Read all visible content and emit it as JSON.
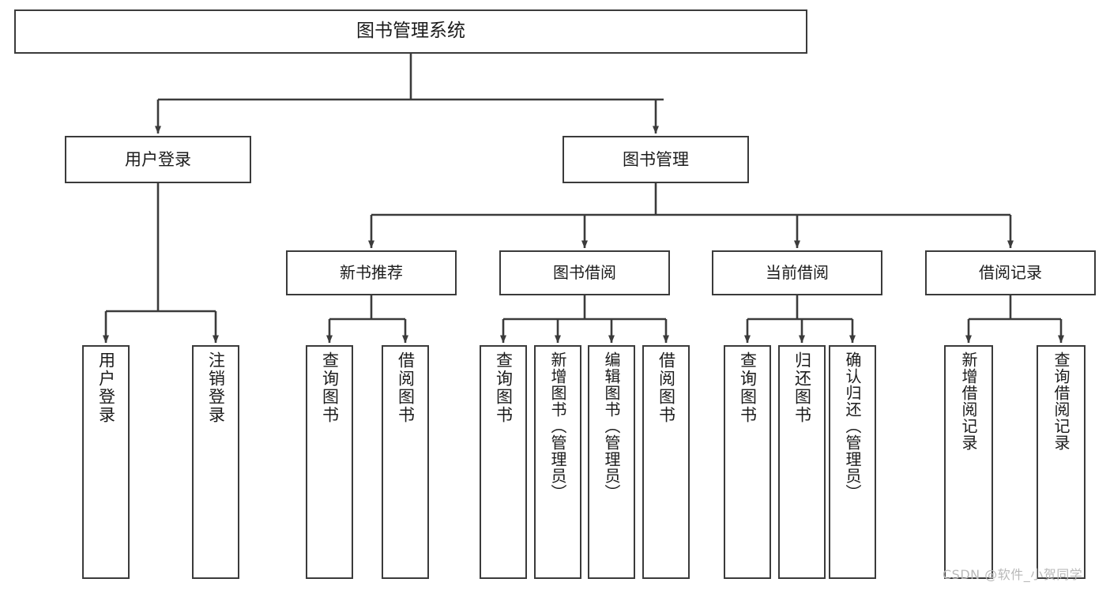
{
  "diagram": {
    "type": "tree-hierarchy",
    "title": "图书管理系统",
    "root": {
      "id": "root",
      "label": "图书管理系统"
    },
    "level1": [
      {
        "id": "user-login",
        "label": "用户登录"
      },
      {
        "id": "book-management",
        "label": "图书管理"
      }
    ],
    "level2": [
      {
        "id": "new-book-recommend",
        "label": "新书推荐",
        "parent": "book-management"
      },
      {
        "id": "book-borrow",
        "label": "图书借阅",
        "parent": "book-management"
      },
      {
        "id": "current-borrow",
        "label": "当前借阅",
        "parent": "book-management"
      },
      {
        "id": "borrow-record",
        "label": "借阅记录",
        "parent": "book-management"
      }
    ],
    "leaves": [
      {
        "id": "leaf-user-login",
        "label": "用户登录",
        "parent": "user-login"
      },
      {
        "id": "leaf-user-logout",
        "label": "注销登录",
        "parent": "user-login"
      },
      {
        "id": "leaf-query-book-1",
        "label": "查询图书",
        "parent": "new-book-recommend"
      },
      {
        "id": "leaf-borrow-book-1",
        "label": "借阅图书",
        "parent": "new-book-recommend"
      },
      {
        "id": "leaf-query-book-2",
        "label": "查询图书",
        "parent": "book-borrow"
      },
      {
        "id": "leaf-add-book",
        "label": "新增图书（管理员）",
        "parent": "book-borrow"
      },
      {
        "id": "leaf-edit-book",
        "label": "编辑图书（管理员）",
        "parent": "book-borrow"
      },
      {
        "id": "leaf-borrow-book-2",
        "label": "借阅图书",
        "parent": "book-borrow"
      },
      {
        "id": "leaf-query-book-3",
        "label": "查询图书",
        "parent": "current-borrow"
      },
      {
        "id": "leaf-return-book",
        "label": "归还图书",
        "parent": "current-borrow"
      },
      {
        "id": "leaf-confirm-return",
        "label": "确认归还（管理员）",
        "parent": "current-borrow"
      },
      {
        "id": "leaf-add-record",
        "label": "新增借阅记录",
        "parent": "borrow-record"
      },
      {
        "id": "leaf-query-record",
        "label": "查询借阅记录",
        "parent": "borrow-record"
      }
    ]
  },
  "watermark": {
    "text": "CSDN @软件_小贺同学"
  },
  "colors": {
    "stroke": "#3b3b3b",
    "fill": "#ffffff",
    "text": "#1b1b1b",
    "watermark": "#b9b9b9"
  }
}
